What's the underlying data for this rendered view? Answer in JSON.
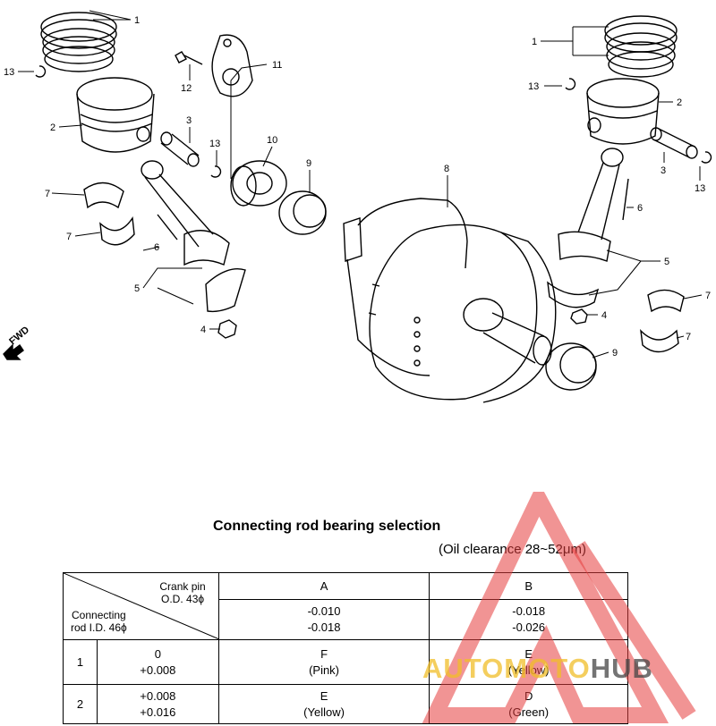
{
  "diagram": {
    "labels": {
      "l1": "1",
      "l2": "2",
      "l3": "3",
      "l4": "4",
      "l5": "5",
      "l6": "6",
      "l7": "7",
      "l8": "8",
      "l9": "9",
      "l10": "10",
      "l11": "11",
      "l12": "12",
      "l13": "13"
    },
    "fwd": "FWD"
  },
  "table": {
    "title": "Connecting rod bearing selection",
    "note": "(Oil clearance 28~52μm)",
    "header_crank_line1": "Crank pin",
    "header_crank_line2": "O.D. 43ϕ",
    "header_rod_line1": "Connecting",
    "header_rod_line2": "rod I.D. 46ϕ",
    "col_a": "A",
    "col_b": "B",
    "col_a_tol1": "-0.010",
    "col_a_tol2": "-0.018",
    "col_b_tol1": "-0.018",
    "col_b_tol2": "-0.026",
    "row1_num": "1",
    "row1_tol1": "0",
    "row1_tol2": "+0.008",
    "row1_a_code": "F",
    "row1_a_color": "(Pink)",
    "row1_b_code": "E",
    "row1_b_color": "(Yellow)",
    "row2_num": "2",
    "row2_tol1": "+0.008",
    "row2_tol2": "+0.016",
    "row2_a_code": "E",
    "row2_a_color": "(Yellow)",
    "row2_b_code": "D",
    "row2_b_color": "(Green)"
  },
  "watermark": {
    "part1": "AUTO",
    "part2": "MOTO",
    "part3": "HUB"
  }
}
